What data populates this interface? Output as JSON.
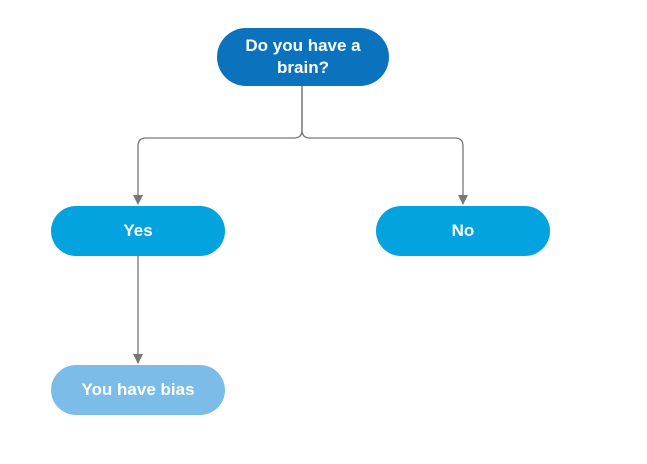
{
  "diagram": {
    "nodes": {
      "question": {
        "label": "Do you have a brain?",
        "color": "#0b73be"
      },
      "yes": {
        "label": "Yes",
        "color": "#03a3e0"
      },
      "no": {
        "label": "No",
        "color": "#03a3e0"
      },
      "bias": {
        "label": "You have bias",
        "color": "#7bbce8"
      }
    },
    "edges": [
      {
        "from": "question",
        "to": "yes"
      },
      {
        "from": "question",
        "to": "no"
      },
      {
        "from": "yes",
        "to": "bias"
      }
    ],
    "edge_color": "#777777"
  }
}
